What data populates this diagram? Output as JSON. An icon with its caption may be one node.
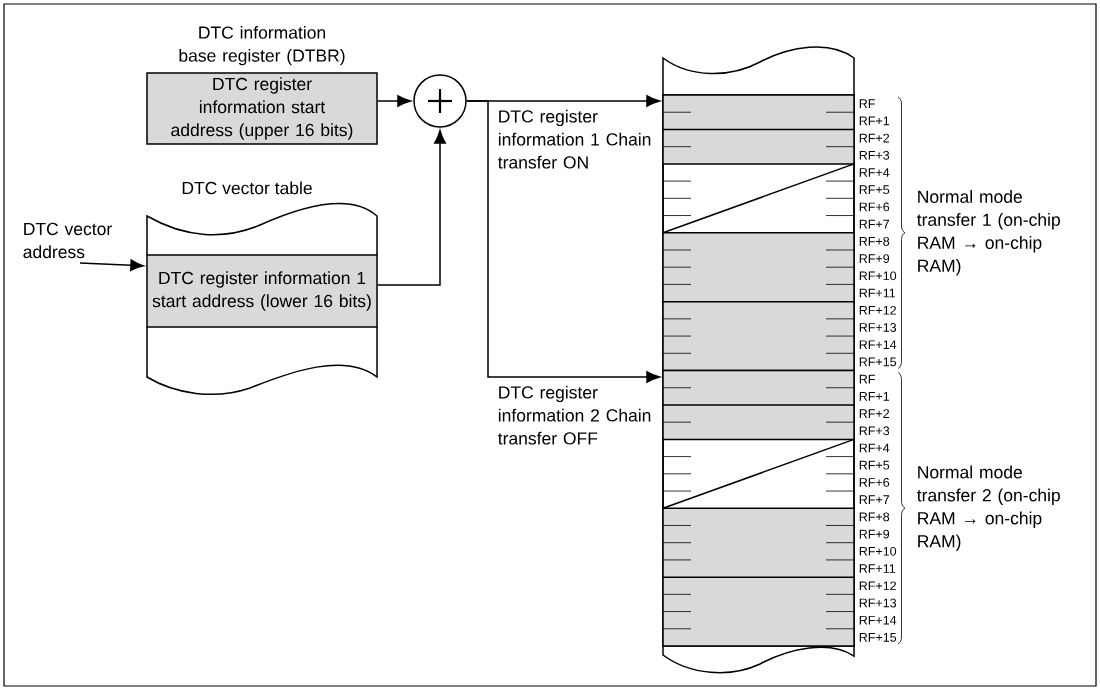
{
  "diagram": {
    "nodes": [
      {
        "text": [
          "DTC information base register (DTBR)",
          "DTC register information start address (upper 16 bits)"
        ]
      },
      {
        "text": [],
        "shape": "circle"
      },
      {
        "text": [
          "DTC vector table"
        ]
      },
      {
        "text": [
          "DTC register information 1 start address (lower 16 bits)"
        ],
        "in": 2
      },
      {
        "text": [
          "DTC vector address"
        ]
      },
      {
        "text": [],
        "shape": "box"
      },
      {
        "text": [],
        "shape": "box",
        "in": 5,
        "beside": [
          "Normal mode transfer 1 (on-chip RAM → on-chip RAM)"
        ]
      },
      {
        "text": [],
        "shape": "box",
        "in": 5,
        "beside": [
          "Normal mode transfer 2 (on-chip RAM → on-chip RAM)"
        ]
      }
    ],
    "edges": [
      {
        "from": 4,
        "to": 3,
        "arrow": "to"
      },
      {
        "from": 0,
        "to": 1,
        "arrow": "to"
      },
      {
        "from": 3,
        "to": 1,
        "arrow": "to"
      },
      {
        "from": 1,
        "to": 6,
        "arrow": "to",
        "label": "DTC register information 1 Chain transfer ON"
      },
      {
        "from": 1,
        "to": 7,
        "arrow": "to",
        "label": "DTC register information 2 Chain transfer OFF"
      }
    ],
    "labels": [
      "RF",
      "RF+1",
      "RF+2",
      "RF+3",
      "RF+4",
      "RF+5",
      "RF+6",
      "RF+7",
      "RF+8",
      "RF+9",
      "RF+10",
      "RF+11",
      "RF+12",
      "RF+13",
      "RF+14",
      "RF+15",
      "RF",
      "RF+1",
      "RF+2",
      "RF+3",
      "RF+4",
      "RF+5",
      "RF+6",
      "RF+7",
      "RF+8",
      "RF+9",
      "RF+10",
      "RF+11",
      "RF+12",
      "RF+13",
      "RF+14",
      "RF+15"
    ]
  }
}
